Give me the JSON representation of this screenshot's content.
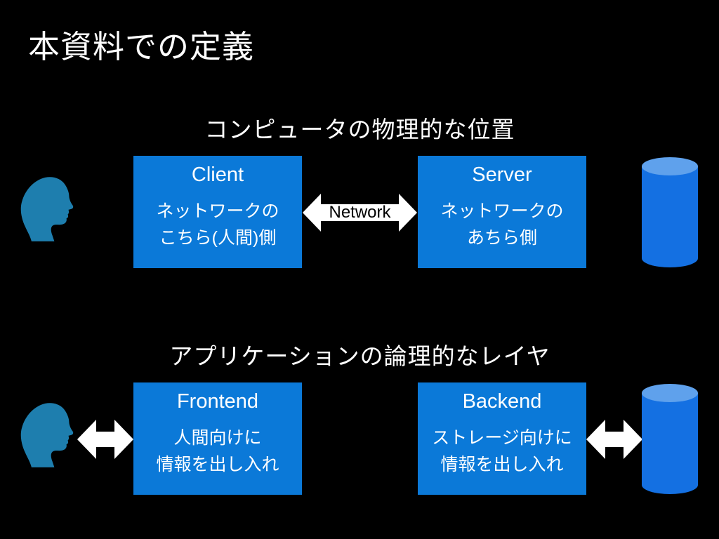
{
  "slide": {
    "title": "本資料での定義",
    "sections": [
      {
        "heading": "コンピュータの物理的な位置",
        "left_box": {
          "title": "Client",
          "lines": [
            "ネットワークの",
            "こちら(人間)側"
          ]
        },
        "connector": {
          "label": "Network"
        },
        "right_box": {
          "title": "Server",
          "lines": [
            "ネットワークの",
            "あちら側"
          ]
        },
        "left_icon": "user-head-icon",
        "right_icon": "database-cylinder-icon"
      },
      {
        "heading": "アプリケーションの論理的なレイヤ",
        "left_box": {
          "title": "Frontend",
          "lines": [
            "人間向けに",
            "情報を出し入れ"
          ]
        },
        "right_box": {
          "title": "Backend",
          "lines": [
            "ストレージ向けに",
            "情報を出し入れ"
          ]
        },
        "left_icon": "user-head-icon",
        "right_icon": "database-cylinder-icon"
      }
    ],
    "colors": {
      "background": "#000000",
      "box_fill": "#0b79d8",
      "box_text": "#ffffff",
      "head_fill": "#1e7eae",
      "cylinder_fill": "#1470e2",
      "cylinder_top": "#5fa1ec",
      "arrow_fill": "#ffffff",
      "connector_text": "#000000"
    }
  }
}
